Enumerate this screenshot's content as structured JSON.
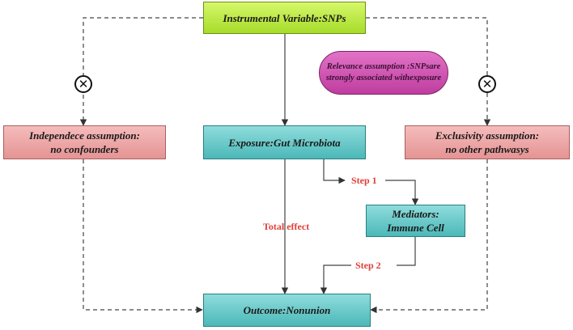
{
  "nodes": {
    "instrument": "Instrumental Variable:SNPs",
    "relevance": [
      "Relevance assumption :SNPsare",
      "strongly associated withexposure"
    ],
    "independence": [
      "Independece assumption:",
      "no confounders"
    ],
    "exposure": "Exposure:Gut Microbiota",
    "exclusivity": [
      "Exclusivity assumption:",
      "no other pathwasys"
    ],
    "mediators": [
      "Mediators:",
      "Immune Cell"
    ],
    "outcome": "Outcome:Nonunion"
  },
  "edge_labels": {
    "step1": "Step 1",
    "step2": "Step 2",
    "total": "Total effect"
  },
  "colors": {
    "instrument_fill": "#b7e84a",
    "exposure_fill": "#6ccaca",
    "assumption_fill": "#eda7a7",
    "relevance_fill": "#d158b3",
    "label_red": "#e0403a"
  },
  "icons": {
    "violation": "circled-x-icon"
  }
}
